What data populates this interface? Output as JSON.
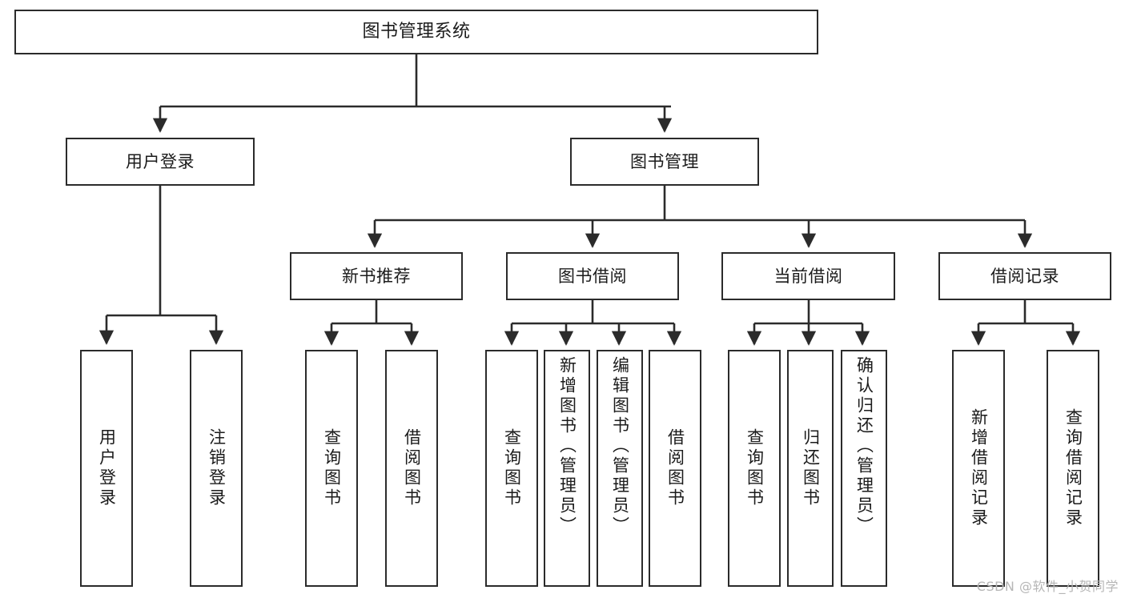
{
  "diagram": {
    "title": "图书管理系统",
    "type": "tree-hierarchy-chart",
    "watermark": "CSDN @软件_小贺同学",
    "root": {
      "label": "图书管理系统"
    },
    "level2": [
      {
        "label": "用户登录"
      },
      {
        "label": "图书管理"
      }
    ],
    "level3": [
      {
        "label": "新书推荐"
      },
      {
        "label": "图书借阅"
      },
      {
        "label": "当前借阅"
      },
      {
        "label": "借阅记录"
      }
    ],
    "leaves": {
      "user_login": [
        {
          "label": "用户登录"
        },
        {
          "label": "注销登录"
        }
      ],
      "new_book_recommend": [
        {
          "label": "查询图书"
        },
        {
          "label": "借阅图书"
        }
      ],
      "book_borrow": [
        {
          "label": "查询图书"
        },
        {
          "label": "新增图书（管理员）"
        },
        {
          "label": "编辑图书（管理员）"
        },
        {
          "label": "借阅图书"
        }
      ],
      "current_borrow": [
        {
          "label": "查询图书"
        },
        {
          "label": "归还图书"
        },
        {
          "label": "确认归还（管理员）"
        }
      ],
      "borrow_record": [
        {
          "label": "新增借阅记录"
        },
        {
          "label": "查询借阅记录"
        }
      ]
    },
    "colors": {
      "box_border": "#2b2b2b",
      "box_fill": "#ffffff",
      "line": "#2b2b2b",
      "text": "#1b1b1b",
      "watermark": "#b6b6b6",
      "background": "#ffffff"
    }
  }
}
